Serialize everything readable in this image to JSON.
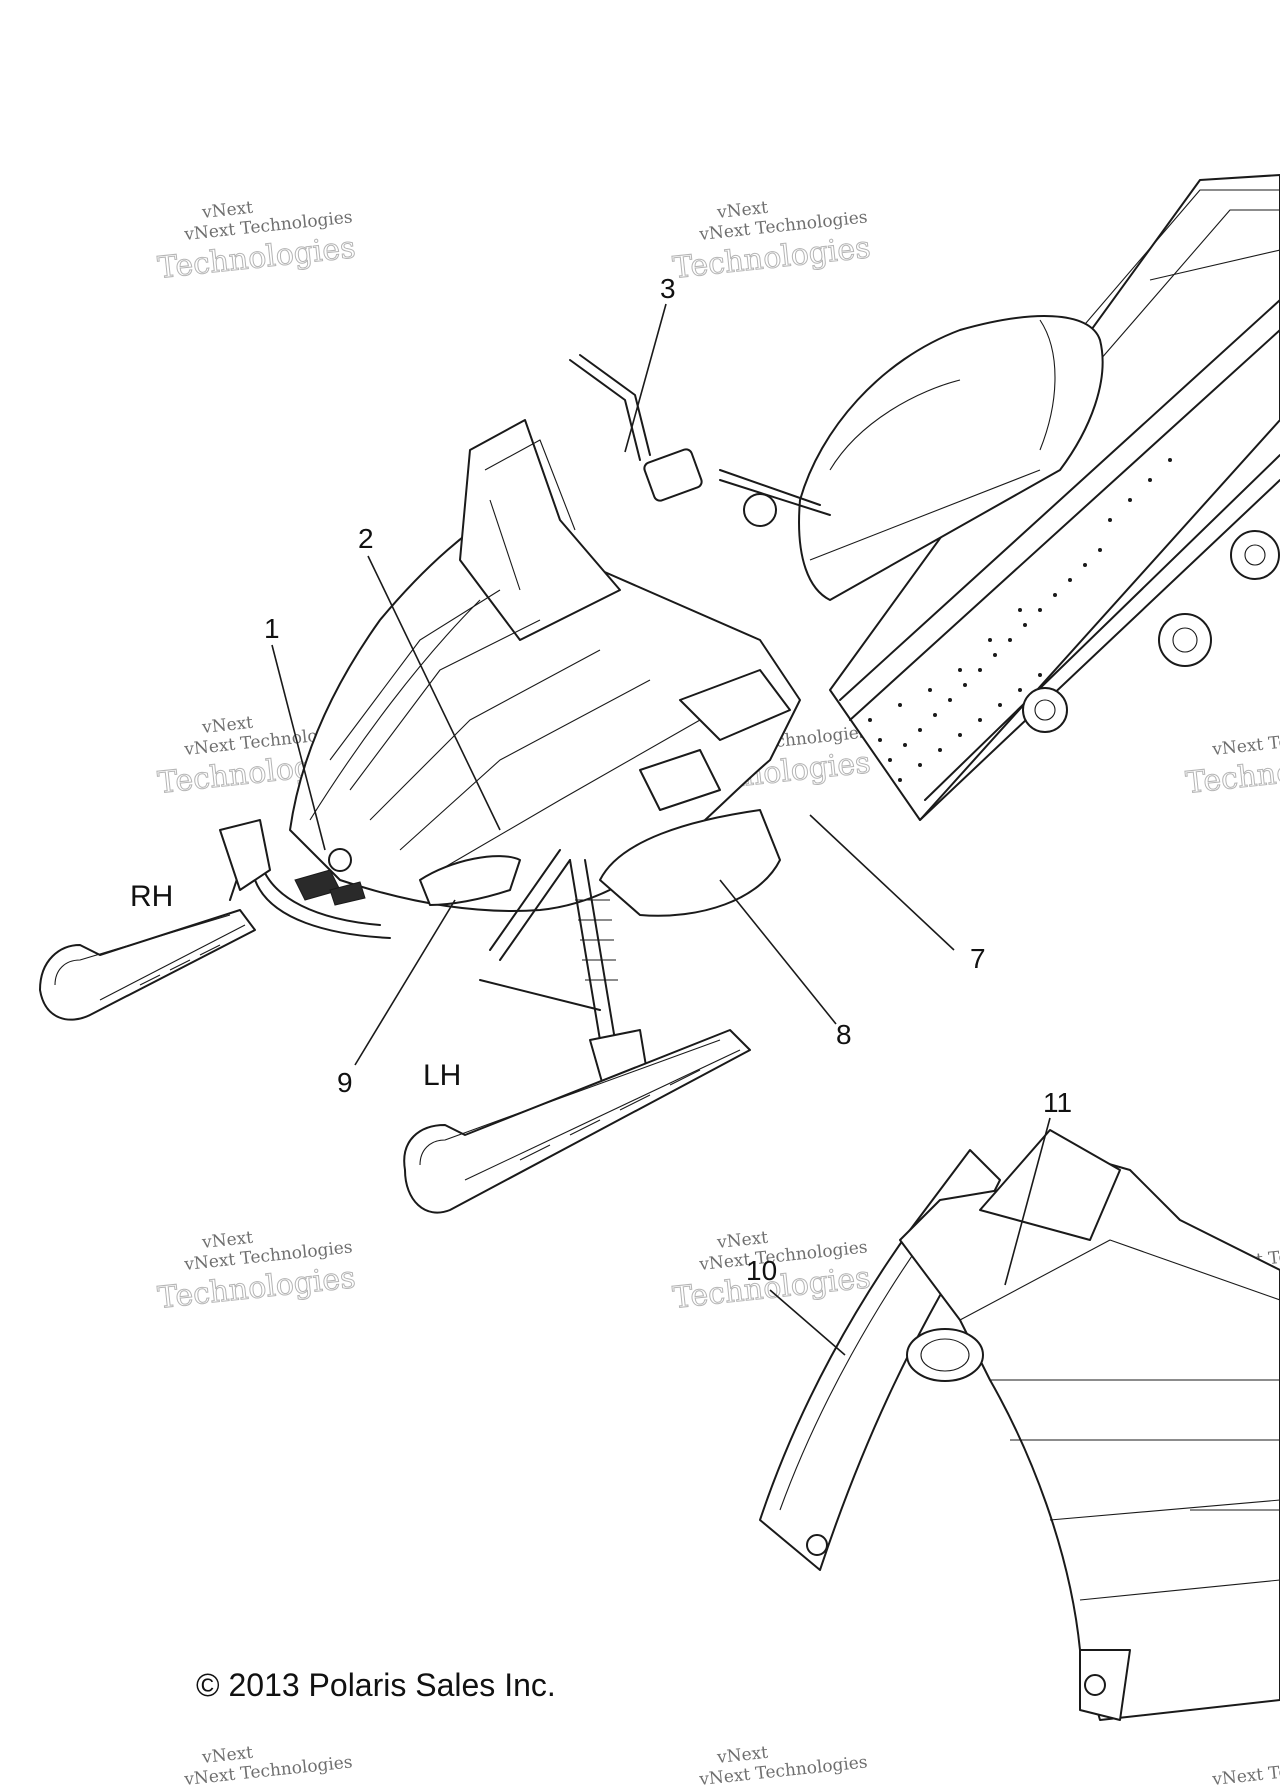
{
  "callouts": [
    {
      "id": "1",
      "label": "1"
    },
    {
      "id": "2",
      "label": "2"
    },
    {
      "id": "3",
      "label": "3"
    },
    {
      "id": "7",
      "label": "7"
    },
    {
      "id": "8",
      "label": "8"
    },
    {
      "id": "9",
      "label": "9"
    },
    {
      "id": "10",
      "label": "10"
    },
    {
      "id": "11",
      "label": "11"
    }
  ],
  "side_labels": {
    "right": "RH",
    "left": "LH"
  },
  "copyright": "© 2013 Polaris Sales Inc.",
  "watermark": {
    "line1": "vNext Technologies",
    "line2": "Technologies",
    "line3": "vNext"
  }
}
